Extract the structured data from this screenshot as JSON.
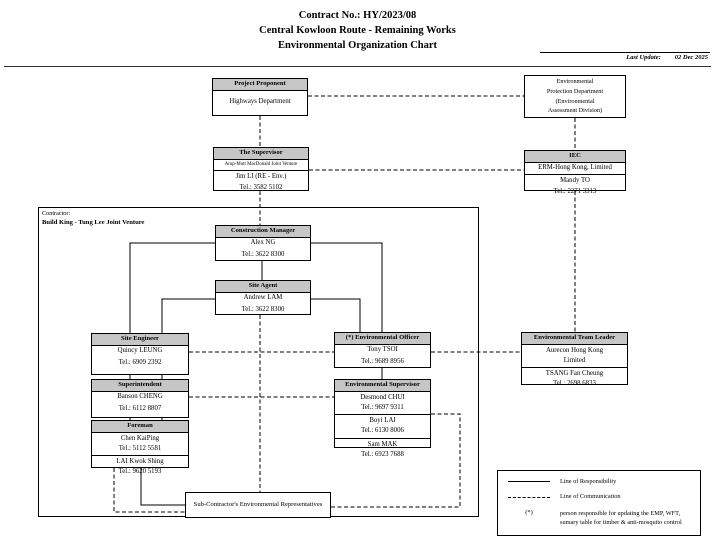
{
  "title": {
    "line1": "Contract No.: HY/2023/08",
    "line2": "Central Kowloon Route - Remaining Works",
    "line3": "Environmental Organization Chart"
  },
  "meta": {
    "last_update_label": "Last Update:",
    "last_update_value": "02 Dec 2025"
  },
  "colors": {
    "header_bg": "#c6c6c6",
    "line_color": "#000000"
  },
  "contractor": {
    "label": "Contractor:",
    "name": "Build King - Tung Lee Joint Venture"
  },
  "boxes": {
    "project_proponent": {
      "title": "Project Proponent",
      "org": "Highways Department"
    },
    "epd": {
      "lines": [
        "Environmental",
        "Protection Department",
        "(Environmental",
        "Assessment Division)"
      ]
    },
    "supervisor": {
      "title": "The Supervisor",
      "org": "Arup-Mott MacDonald Joint Venture",
      "name": "Jim LI (RE - Env.)",
      "tel": "Tel.: 3582 5102"
    },
    "iec": {
      "title": "IEC",
      "org": "ERM-Hong Kong, Limited",
      "name": "Mandy TO",
      "tel": "Tel.: 2271 3313"
    },
    "construction_manager": {
      "title": "Construction Manager",
      "name": "Alex NG",
      "tel": "Tel.: 3622 8300"
    },
    "site_agent": {
      "title": "Site Agent",
      "name": "Andrew LAM",
      "tel": "Tel.: 3622 8300"
    },
    "site_engineer": {
      "title": "Site Engineer",
      "name": "Quincy LEUNG",
      "tel": "Tel.: 6909 2392"
    },
    "environmental_officer": {
      "title": "(*) Environmental Officer",
      "name": "Tony TSOI",
      "tel": "Tel.: 9689 8956"
    },
    "environmental_team_leader": {
      "title": "Environmental Team Leader",
      "org_line1": "Aurecon Hong Kong",
      "org_line2": "Limited",
      "name": "TSANG Fan Cheung",
      "tel": "Tel.: 2698 6833"
    },
    "superintendent": {
      "title": "Superintendent",
      "name": "Banson CHENG",
      "tel": "Tel.: 6112 8807"
    },
    "environmental_supervisor": {
      "title": "Environmental Supervisor",
      "people": [
        {
          "name": "Desmond CHUI",
          "tel": "Tel.: 9697 9311"
        },
        {
          "name": "Boyi LAI",
          "tel": "Tel.: 6130 8006"
        },
        {
          "name": "Sam MAK",
          "tel": "Tel.: 6923 7688"
        }
      ]
    },
    "foreman": {
      "title": "Foreman",
      "people": [
        {
          "name": "Chen KaiPing",
          "tel": "Tel.: 5112 5581"
        },
        {
          "name": "LAI Kwok Shing",
          "tel": "Tel.: 9620 5193"
        }
      ]
    },
    "subcontractor": {
      "label": "Sub-Contractor's Environmental Representatives"
    }
  },
  "legend": {
    "responsibility": "Line of Responsibility",
    "communication": "Line of Communication",
    "asterisk_marker": "(*)",
    "asterisk_note": "person responsible for updating the EMP, WFT, sumary table for timber & anti-mosquito control"
  }
}
